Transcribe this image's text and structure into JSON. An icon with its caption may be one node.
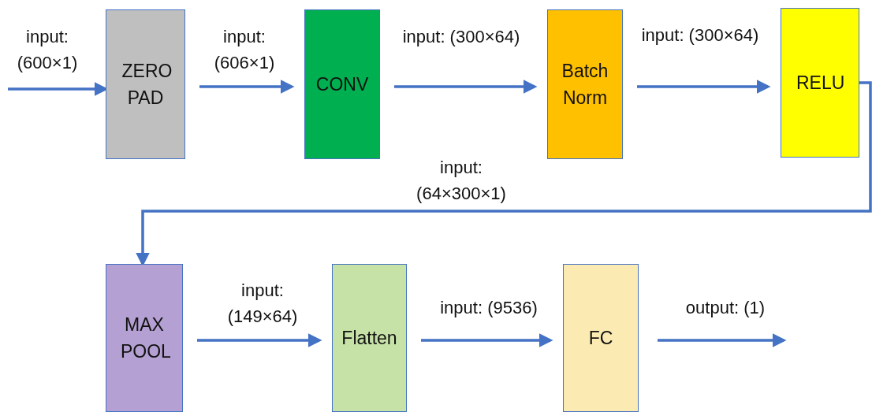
{
  "diagram": {
    "nodes": [
      {
        "text": [
          "ZERO PAD"
        ]
      },
      {
        "text": [
          "CONV"
        ]
      },
      {
        "text": [
          "Batch Norm"
        ]
      },
      {
        "text": [
          "RELU"
        ]
      },
      {
        "text": [
          "MAX POOL"
        ]
      },
      {
        "text": [
          "Flatten"
        ]
      },
      {
        "text": [
          "FC"
        ]
      }
    ],
    "edges": [
      {
        "from": null,
        "to": 0,
        "arrow": "to",
        "label": "input: (600×1)"
      },
      {
        "from": 0,
        "to": 1,
        "arrow": "to",
        "label": "input: (606×1)"
      },
      {
        "from": 1,
        "to": 2,
        "arrow": "to",
        "label": "input: (300×64)"
      },
      {
        "from": 2,
        "to": 3,
        "arrow": "to",
        "label": "input: (300×64)"
      },
      {
        "from": 3,
        "to": 4,
        "arrow": "to",
        "label": "input: (64×300×1)"
      },
      {
        "from": 4,
        "to": 5,
        "arrow": "to",
        "label": "input: (149×64)"
      },
      {
        "from": 5,
        "to": 6,
        "arrow": "to",
        "label": "input: (9536)"
      },
      {
        "from": 6,
        "to": null,
        "arrow": "to",
        "label": "output: (1)"
      }
    ]
  }
}
